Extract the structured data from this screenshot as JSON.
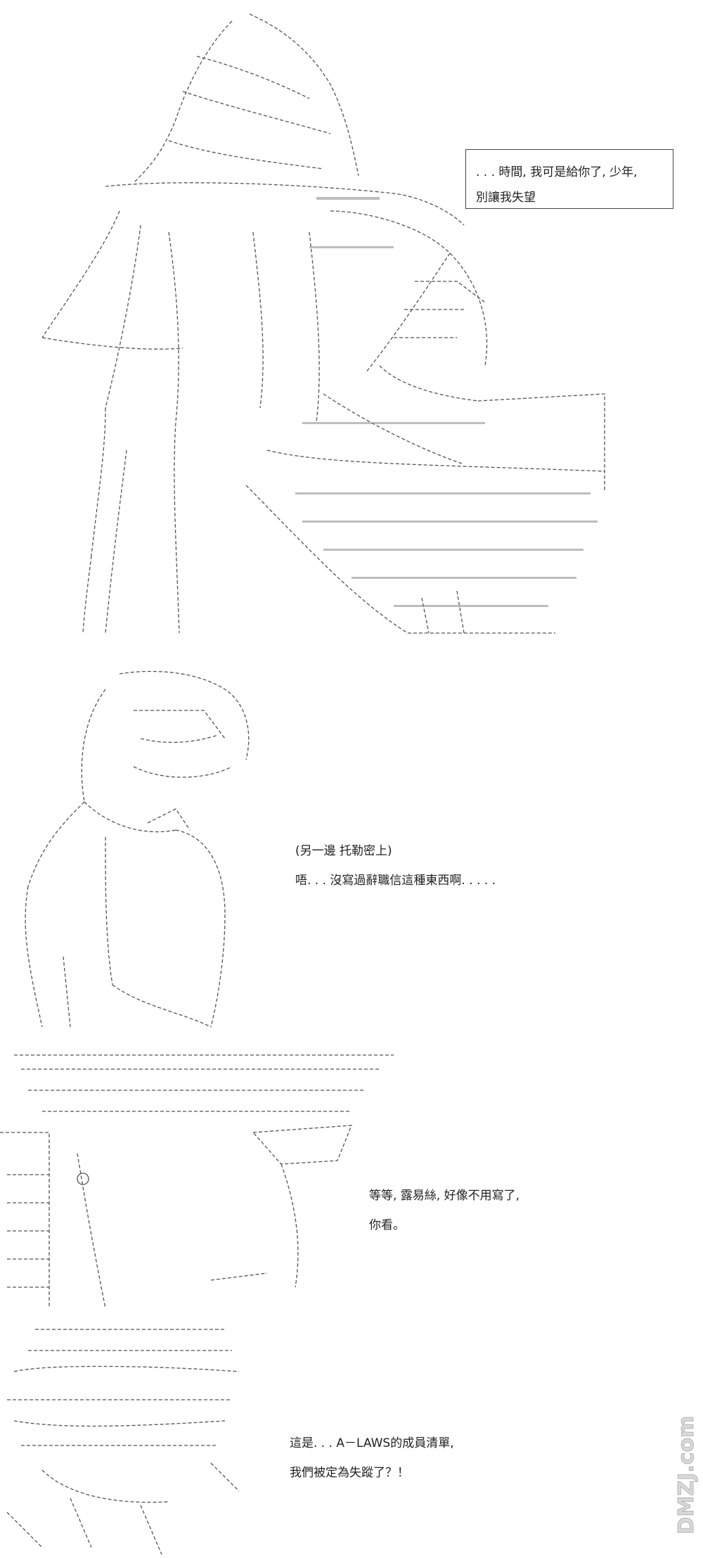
{
  "panel1": {
    "speech_lines": [
      ". . . 時間, 我可是給你了, 少年,",
      "別讓我失望"
    ]
  },
  "panel2": {
    "lines": [
      "(另一邊  托勒密上)",
      "唔. . . 沒寫過辭職信這種東西啊. . . . ."
    ]
  },
  "panel3": {
    "lines": [
      "等等, 露易絲, 好像不用寫了,",
      "你看。"
    ]
  },
  "panel4": {
    "lines": [
      "這是. . . A－LAWS的成員清單,",
      "我們被定為失蹤了？！"
    ]
  },
  "watermark": {
    "text": "DMZJ.com"
  }
}
